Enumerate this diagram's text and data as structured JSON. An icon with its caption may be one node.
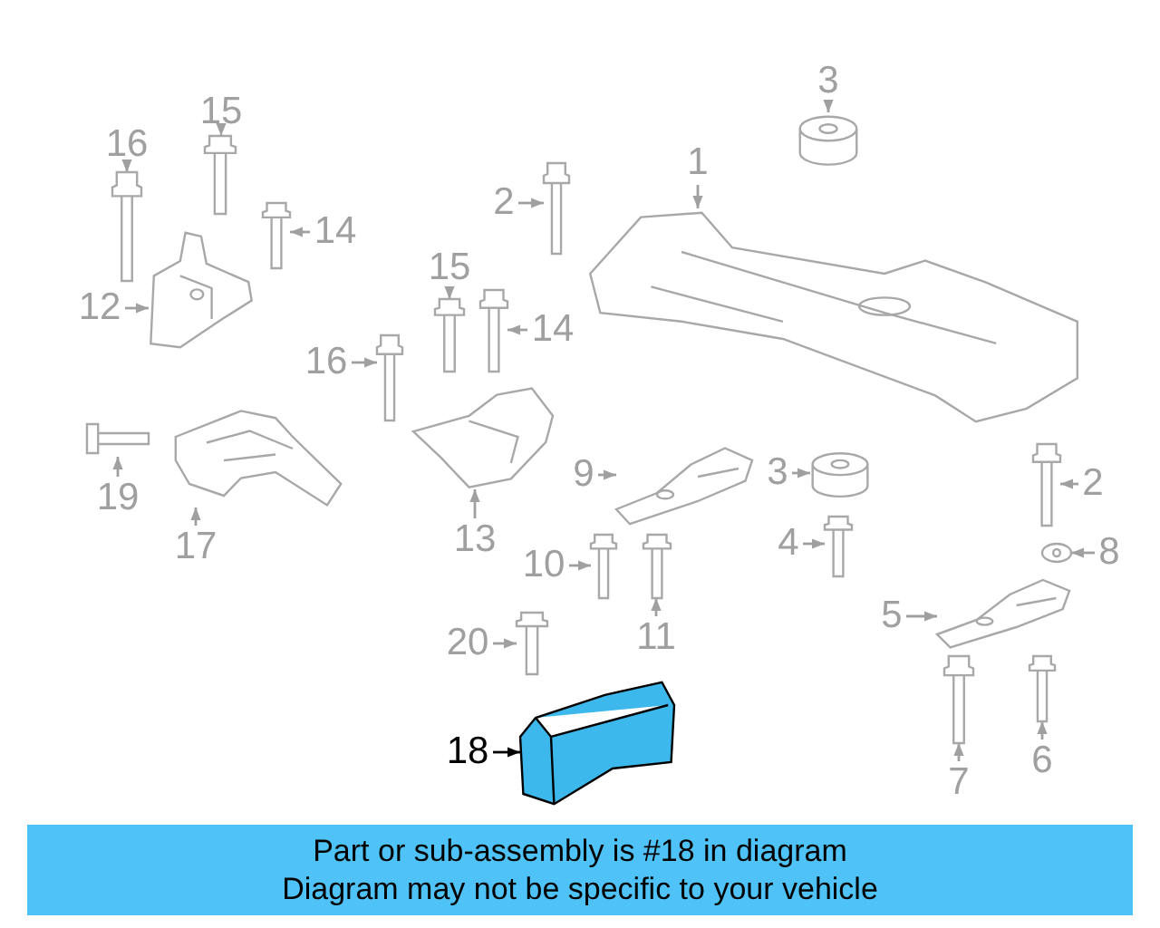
{
  "diagram": {
    "nodes": [
      {
        "text": [
          "1"
        ]
      },
      {
        "text": [],
        "shape": "picture"
      },
      {
        "text": [
          "3"
        ]
      },
      {
        "text": [],
        "shape": "picture"
      },
      {
        "text": [
          "2"
        ]
      },
      {
        "text": [],
        "shape": "picture"
      },
      {
        "text": [
          "16"
        ]
      },
      {
        "text": [],
        "shape": "picture"
      },
      {
        "text": [
          "15"
        ]
      },
      {
        "text": [],
        "shape": "picture"
      },
      {
        "text": [
          "14"
        ]
      },
      {
        "text": [],
        "shape": "picture"
      },
      {
        "text": [
          "12"
        ]
      },
      {
        "text": [],
        "shape": "picture"
      },
      {
        "text": [
          "15"
        ]
      },
      {
        "text": [],
        "shape": "picture"
      },
      {
        "text": [
          "14"
        ]
      },
      {
        "text": [],
        "shape": "picture"
      },
      {
        "text": [
          "16"
        ]
      },
      {
        "text": [],
        "shape": "picture"
      },
      {
        "text": [
          "9"
        ]
      },
      {
        "text": [],
        "shape": "picture"
      },
      {
        "text": [
          "19"
        ]
      },
      {
        "text": [],
        "shape": "picture"
      },
      {
        "text": [
          "17"
        ]
      },
      {
        "text": [],
        "shape": "picture"
      },
      {
        "text": [
          "13"
        ]
      },
      {
        "text": [],
        "shape": "picture"
      },
      {
        "text": [
          "3"
        ]
      },
      {
        "text": [],
        "shape": "picture"
      },
      {
        "text": [
          "2"
        ]
      },
      {
        "text": [],
        "shape": "picture"
      },
      {
        "text": [
          "8"
        ]
      },
      {
        "text": [],
        "shape": "picture"
      },
      {
        "text": [
          "10"
        ]
      },
      {
        "text": [],
        "shape": "picture"
      },
      {
        "text": [
          "4"
        ]
      },
      {
        "text": [],
        "shape": "picture"
      },
      {
        "text": [
          "11"
        ]
      },
      {
        "text": [],
        "shape": "picture"
      },
      {
        "text": [
          "5"
        ]
      },
      {
        "text": [],
        "shape": "picture"
      },
      {
        "text": [
          "20"
        ]
      },
      {
        "text": [],
        "shape": "picture"
      },
      {
        "text": [
          "6"
        ]
      },
      {
        "text": [],
        "shape": "picture"
      },
      {
        "text": [
          "18"
        ]
      },
      {
        "text": [],
        "shape": "picture"
      },
      {
        "text": [
          "7"
        ]
      },
      {
        "text": [],
        "shape": "picture"
      },
      {
        "text": [
          "Part or sub-assembly is #18 in diagram",
          "Diagram may not be specific to your vehicle"
        ]
      }
    ],
    "edges": [
      {
        "from": 0,
        "to": 1,
        "arrow": "to"
      },
      {
        "from": 2,
        "to": 3,
        "arrow": "to"
      },
      {
        "from": 4,
        "to": 5,
        "arrow": "to"
      },
      {
        "from": 6,
        "to": 7,
        "arrow": "to"
      },
      {
        "from": 8,
        "to": 9,
        "arrow": "to"
      },
      {
        "from": 10,
        "to": 11,
        "arrow": "to"
      },
      {
        "from": 12,
        "to": 13,
        "arrow": "to"
      },
      {
        "from": 14,
        "to": 15,
        "arrow": "to"
      },
      {
        "from": 16,
        "to": 17,
        "arrow": "to"
      },
      {
        "from": 18,
        "to": 19,
        "arrow": "to"
      },
      {
        "from": 20,
        "to": 21,
        "arrow": "to"
      },
      {
        "from": 22,
        "to": 23,
        "arrow": "to"
      },
      {
        "from": 24,
        "to": 25,
        "arrow": "to"
      },
      {
        "from": 26,
        "to": 27,
        "arrow": "to"
      },
      {
        "from": 28,
        "to": 29,
        "arrow": "to"
      },
      {
        "from": 30,
        "to": 31,
        "arrow": "to"
      },
      {
        "from": 32,
        "to": 33,
        "arrow": "to"
      },
      {
        "from": 34,
        "to": 35,
        "arrow": "to"
      },
      {
        "from": 36,
        "to": 37,
        "arrow": "to"
      },
      {
        "from": 38,
        "to": 39,
        "arrow": "to"
      },
      {
        "from": 40,
        "to": 41,
        "arrow": "to"
      },
      {
        "from": 42,
        "to": 43,
        "arrow": "to"
      },
      {
        "from": 44,
        "to": 45,
        "arrow": "to"
      },
      {
        "from": 46,
        "to": 47,
        "arrow": "to",
        "color": "#000000"
      },
      {
        "from": 48,
        "to": 49,
        "arrow": "to"
      }
    ]
  }
}
